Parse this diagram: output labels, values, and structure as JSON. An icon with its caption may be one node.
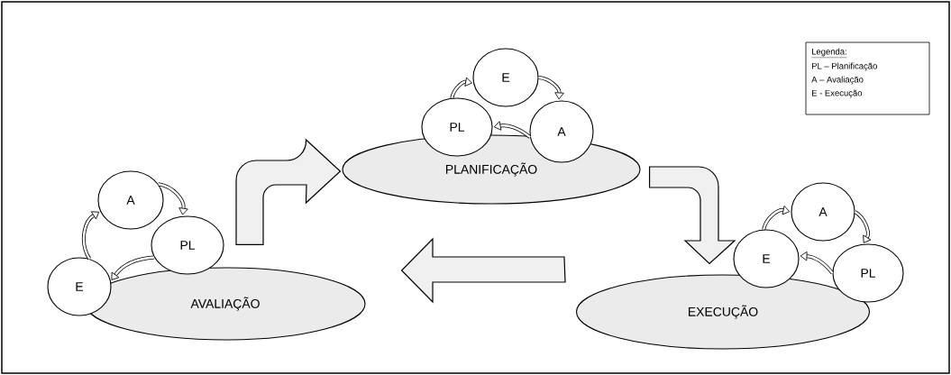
{
  "diagram": {
    "nodes": [
      {
        "text": [
          "PLANIFICAÇÃO"
        ]
      },
      {
        "text": [
          "PL"
        ]
      },
      {
        "text": [
          "E"
        ]
      },
      {
        "text": [
          "A"
        ]
      },
      {
        "text": [
          "EXECUÇÃO"
        ]
      },
      {
        "text": [
          "E"
        ]
      },
      {
        "text": [
          "A"
        ]
      },
      {
        "text": [
          "PL"
        ]
      },
      {
        "text": [
          "AVALIAÇÃO"
        ]
      },
      {
        "text": [
          "A"
        ]
      },
      {
        "text": [
          "PL"
        ]
      },
      {
        "text": [
          "E"
        ]
      }
    ],
    "edges": [
      {
        "from": 8,
        "to": 0,
        "arrow": "to",
        "style": "thick"
      },
      {
        "from": 0,
        "to": 4,
        "arrow": "to",
        "style": "thick"
      },
      {
        "from": 4,
        "to": 8,
        "arrow": "to",
        "style": "thick"
      },
      {
        "from": 1,
        "to": 2,
        "arrow": "to"
      },
      {
        "from": 2,
        "to": 3,
        "arrow": "to"
      },
      {
        "from": 3,
        "to": 1,
        "arrow": "to"
      },
      {
        "from": 5,
        "to": 6,
        "arrow": "to"
      },
      {
        "from": 6,
        "to": 7,
        "arrow": "to"
      },
      {
        "from": 7,
        "to": 5,
        "arrow": "to"
      },
      {
        "from": 11,
        "to": 9,
        "arrow": "to"
      },
      {
        "from": 9,
        "to": 10,
        "arrow": "to"
      },
      {
        "from": 10,
        "to": 11,
        "arrow": "to"
      }
    ],
    "labels": [
      "Legenda:",
      "PL – Planificação",
      "A – Avaliação",
      "E - Execução"
    ]
  }
}
